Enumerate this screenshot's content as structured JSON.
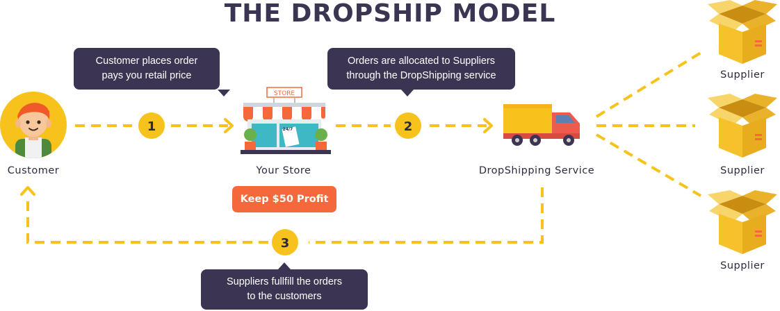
{
  "title": "THE DROPSHIP MODEL",
  "steps": [
    {
      "number": "1",
      "text_line1": "Customer places order",
      "text_line2": "pays you retail price"
    },
    {
      "number": "2",
      "text_line1": "Orders are allocated to Suppliers",
      "text_line2": "through the DropShipping service"
    },
    {
      "number": "3",
      "text_line1": "Suppliers fullfill the orders",
      "text_line2": "to the customers"
    }
  ],
  "nodes": {
    "customer": "Customer",
    "store": "Your Store",
    "store_sign": "STORE",
    "store_badge": "24/7",
    "service": "DropShipping Service",
    "suppliers": [
      "Supplier",
      "Supplier",
      "Supplier"
    ]
  },
  "profit_badge": "Keep $50 Profit",
  "colors": {
    "dark": "#3b3553",
    "accent_yellow": "#f7c21c",
    "orange": "#f5683b",
    "box": "#f4c024"
  },
  "icons": [
    "customer-avatar-icon",
    "store-icon",
    "truck-icon",
    "box-icon"
  ]
}
